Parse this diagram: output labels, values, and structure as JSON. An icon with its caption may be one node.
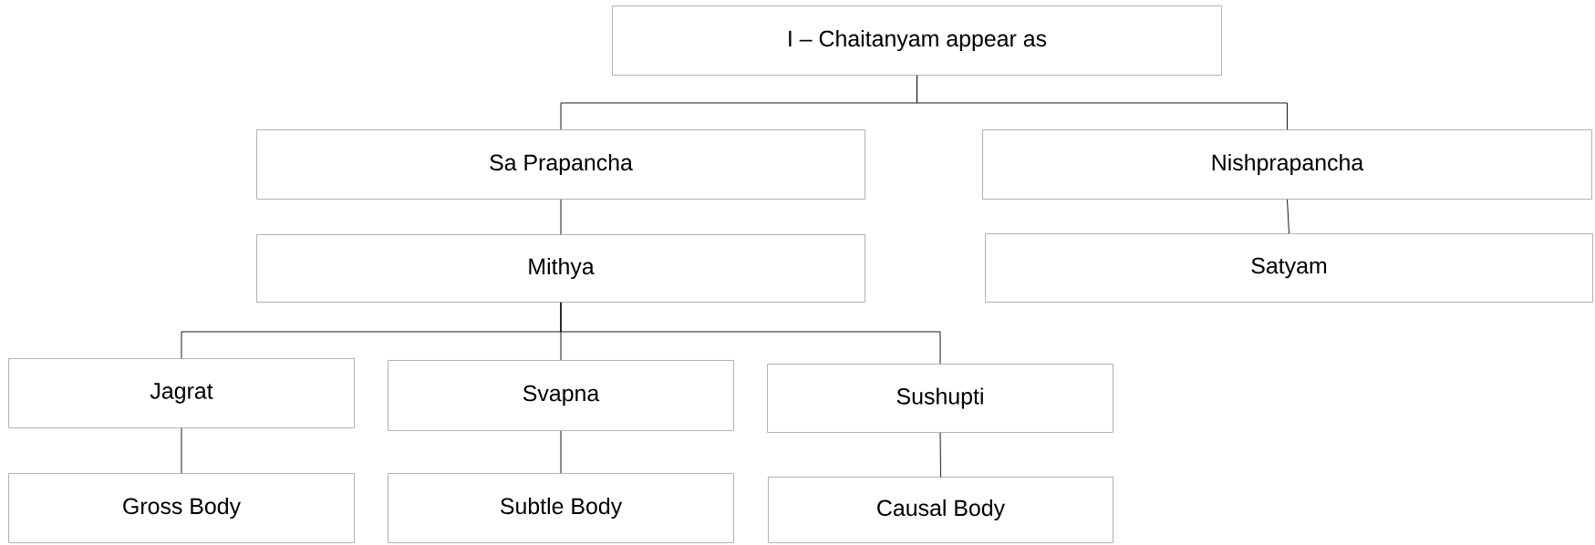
{
  "diagram": {
    "nodes": [
      {
        "text": [
          "I – Chaitanyam appear as"
        ]
      },
      {
        "text": [
          "Sa Prapancha"
        ]
      },
      {
        "text": [
          "Nishprapancha"
        ]
      },
      {
        "text": [
          "Mithya"
        ]
      },
      {
        "text": [
          "Satyam"
        ]
      },
      {
        "text": [
          "Jagrat"
        ]
      },
      {
        "text": [
          "Svapna"
        ]
      },
      {
        "text": [
          "Sushupti"
        ]
      },
      {
        "text": [
          "Gross Body"
        ]
      },
      {
        "text": [
          "Subtle Body"
        ]
      },
      {
        "text": [
          "Causal Body"
        ]
      }
    ],
    "edges": [
      {
        "from": 0,
        "to": 1,
        "arrow": "none"
      },
      {
        "from": 0,
        "to": 2,
        "arrow": "none"
      },
      {
        "from": 1,
        "to": 3,
        "arrow": "none"
      },
      {
        "from": 2,
        "to": 4,
        "arrow": "none"
      },
      {
        "from": 3,
        "to": 5,
        "arrow": "none"
      },
      {
        "from": 3,
        "to": 6,
        "arrow": "none"
      },
      {
        "from": 3,
        "to": 7,
        "arrow": "none"
      },
      {
        "from": 5,
        "to": 8,
        "arrow": "none"
      },
      {
        "from": 6,
        "to": 9,
        "arrow": "none"
      },
      {
        "from": 7,
        "to": 10,
        "arrow": "none"
      }
    ]
  }
}
